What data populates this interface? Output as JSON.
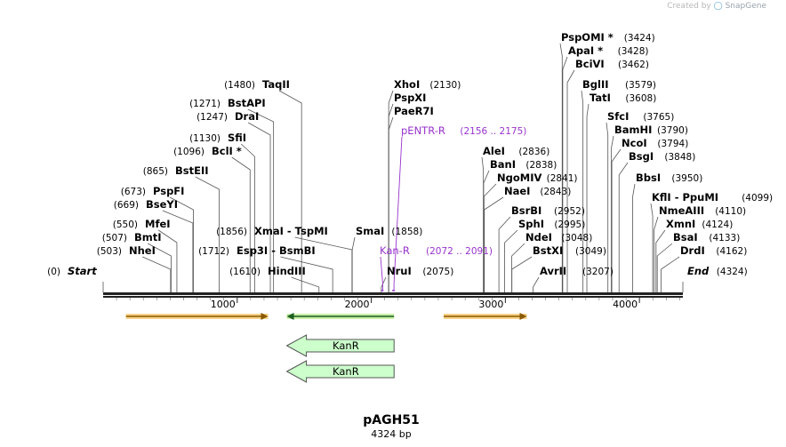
{
  "credit": {
    "prefix": "Created by",
    "brand": "SnapGene",
    "logo_icon": "snapgene-logo-icon"
  },
  "map": {
    "name": "pAGH51",
    "length_label": "4324 bp",
    "length": 4324,
    "ticks": [
      "1000",
      "2000",
      "3000",
      "4000"
    ],
    "colors": {
      "site_text": "#000000",
      "coord_text": "#000000",
      "primer": "#9933cc",
      "orange_feature": "#f5a623",
      "green_feature": "#2e7d32",
      "kanr_fill": "#ccffcc",
      "kanr_stroke": "#555555"
    },
    "sites": [
      {
        "name": "Start",
        "pos": 0,
        "coord": "(0)",
        "italic": true
      },
      {
        "name": "NheI",
        "pos": 503,
        "coord": "(503)"
      },
      {
        "name": "BmtI",
        "pos": 507,
        "coord": "(507)"
      },
      {
        "name": "MfeI",
        "pos": 550,
        "coord": "(550)"
      },
      {
        "name": "BseYI",
        "pos": 669,
        "coord": "(669)"
      },
      {
        "name": "PspFI",
        "pos": 673,
        "coord": "(673)"
      },
      {
        "name": "BstEII",
        "pos": 865,
        "coord": "(865)"
      },
      {
        "name": "BclI *",
        "pos": 1096,
        "coord": "(1096)"
      },
      {
        "name": "SfiI",
        "pos": 1130,
        "coord": "(1130)"
      },
      {
        "name": "DraI",
        "pos": 1247,
        "coord": "(1247)"
      },
      {
        "name": "BstAPI",
        "pos": 1271,
        "coord": "(1271)"
      },
      {
        "name": "TaqII",
        "pos": 1480,
        "coord": "(1480)"
      },
      {
        "name": "HindIII",
        "pos": 1610,
        "coord": "(1610)"
      },
      {
        "name": "Esp3I - BsmBI",
        "pos": 1712,
        "coord": "(1712)"
      },
      {
        "name": "XmaI - TspMI",
        "pos": 1856,
        "coord": "(1856)"
      },
      {
        "name": "SmaI",
        "pos": 1858,
        "coord": "(1858)"
      },
      {
        "name": "NruI",
        "pos": 2075,
        "coord": "(2075)"
      },
      {
        "name": "XhoI",
        "pos": 2130,
        "coord": "(2130)"
      },
      {
        "name": "PspXI",
        "pos": 2130,
        "coord": ""
      },
      {
        "name": "PaeR7I",
        "pos": 2130,
        "coord": ""
      },
      {
        "name": "AleI",
        "pos": 2836,
        "coord": "(2836)"
      },
      {
        "name": "BanI",
        "pos": 2838,
        "coord": "(2838)"
      },
      {
        "name": "NgoMIV",
        "pos": 2841,
        "coord": "(2841)"
      },
      {
        "name": "NaeI",
        "pos": 2843,
        "coord": "(2843)"
      },
      {
        "name": "BsrBI",
        "pos": 2952,
        "coord": "(2952)"
      },
      {
        "name": "SphI",
        "pos": 2995,
        "coord": "(2995)"
      },
      {
        "name": "NdeI",
        "pos": 3048,
        "coord": "(3048)"
      },
      {
        "name": "BstXI",
        "pos": 3049,
        "coord": "(3049)"
      },
      {
        "name": "AvrII",
        "pos": 3207,
        "coord": "(3207)"
      },
      {
        "name": "PspOMI *",
        "pos": 3424,
        "coord": "(3424)"
      },
      {
        "name": "ApaI *",
        "pos": 3428,
        "coord": "(3428)"
      },
      {
        "name": "BciVI",
        "pos": 3462,
        "coord": "(3462)"
      },
      {
        "name": "BglII",
        "pos": 3579,
        "coord": "(3579)"
      },
      {
        "name": "TatI",
        "pos": 3608,
        "coord": "(3608)"
      },
      {
        "name": "SfcI",
        "pos": 3765,
        "coord": "(3765)"
      },
      {
        "name": "BamHI",
        "pos": 3790,
        "coord": "(3790)"
      },
      {
        "name": "NcoI",
        "pos": 3794,
        "coord": "(3794)"
      },
      {
        "name": "BsgI",
        "pos": 3848,
        "coord": "(3848)"
      },
      {
        "name": "BbsI",
        "pos": 3950,
        "coord": "(3950)"
      },
      {
        "name": "KflI - PpuMI",
        "pos": 4099,
        "coord": "(4099)"
      },
      {
        "name": "NmeAIII",
        "pos": 4110,
        "coord": "(4110)"
      },
      {
        "name": "XmnI",
        "pos": 4124,
        "coord": "(4124)"
      },
      {
        "name": "BsaI",
        "pos": 4133,
        "coord": "(4133)"
      },
      {
        "name": "DrdI",
        "pos": 4162,
        "coord": "(4162)"
      },
      {
        "name": "End",
        "pos": 4324,
        "coord": "(4324)",
        "italic": true
      }
    ],
    "primers": [
      {
        "name": "pENTR-R",
        "range": "(2156 .. 2175)",
        "start": 2156,
        "end": 2175
      },
      {
        "name": "Kan-R",
        "range": "(2072 .. 2091)",
        "start": 2072,
        "end": 2091
      }
    ],
    "features": [
      {
        "name": "",
        "start": 170,
        "end": 1230,
        "color": "orange",
        "direction": "right"
      },
      {
        "name": "",
        "start": 1370,
        "end": 2170,
        "color": "green",
        "direction": "left"
      },
      {
        "name": "",
        "start": 2540,
        "end": 3160,
        "color": "orange",
        "direction": "right"
      },
      {
        "name": "KanR",
        "start": 1370,
        "end": 2170,
        "direction": "left",
        "row": 1
      },
      {
        "name": "KanR",
        "start": 1370,
        "end": 2170,
        "direction": "left",
        "row": 2
      }
    ]
  }
}
